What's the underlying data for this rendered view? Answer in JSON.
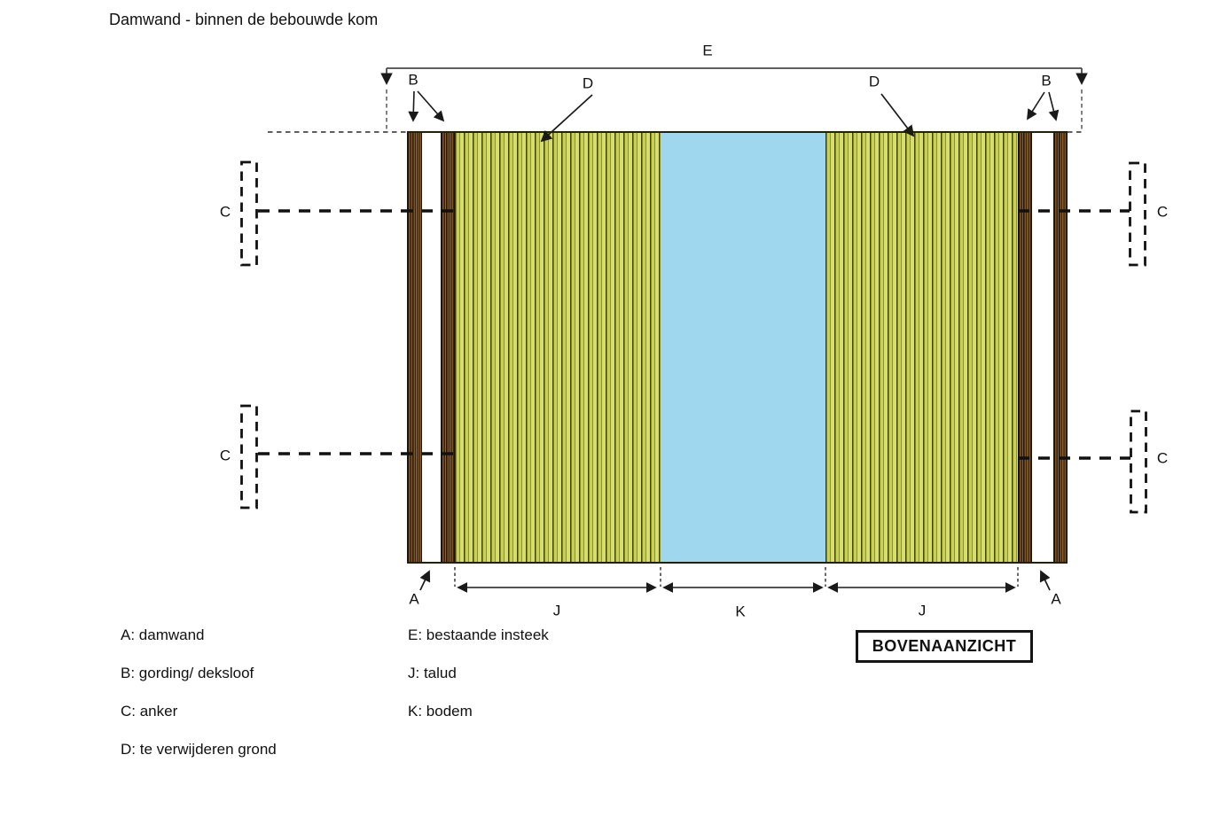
{
  "title": "Damwand - binnen de bebouwde kom",
  "view_label": "BOVENAANZICHT",
  "labels": {
    "e": "E",
    "b_left": "B",
    "b_right": "B",
    "d_left": "D",
    "d_right": "D",
    "a_left": "A",
    "a_right": "A",
    "c_upper_left": "C",
    "c_lower_left": "C",
    "c_upper_right": "C",
    "c_lower_right": "C"
  },
  "dimensions": {
    "j_left": "J",
    "k": "K",
    "j_right": "J"
  },
  "legend": {
    "left": [
      "A: damwand",
      "B: gording/ deksloof",
      "C: anker",
      "D: te verwijderen grond"
    ],
    "right": [
      "E: bestaande insteek",
      "J: talud",
      "K: bodem"
    ]
  },
  "colors": {
    "talud_fill": "#c9d14e",
    "talud_hatch": "#3b3b10",
    "bodem_fill": "#9fd7ef",
    "damwand_fill": "#7b5528",
    "damwand_hatch": "#24150a",
    "line": "#1a1a1a"
  }
}
